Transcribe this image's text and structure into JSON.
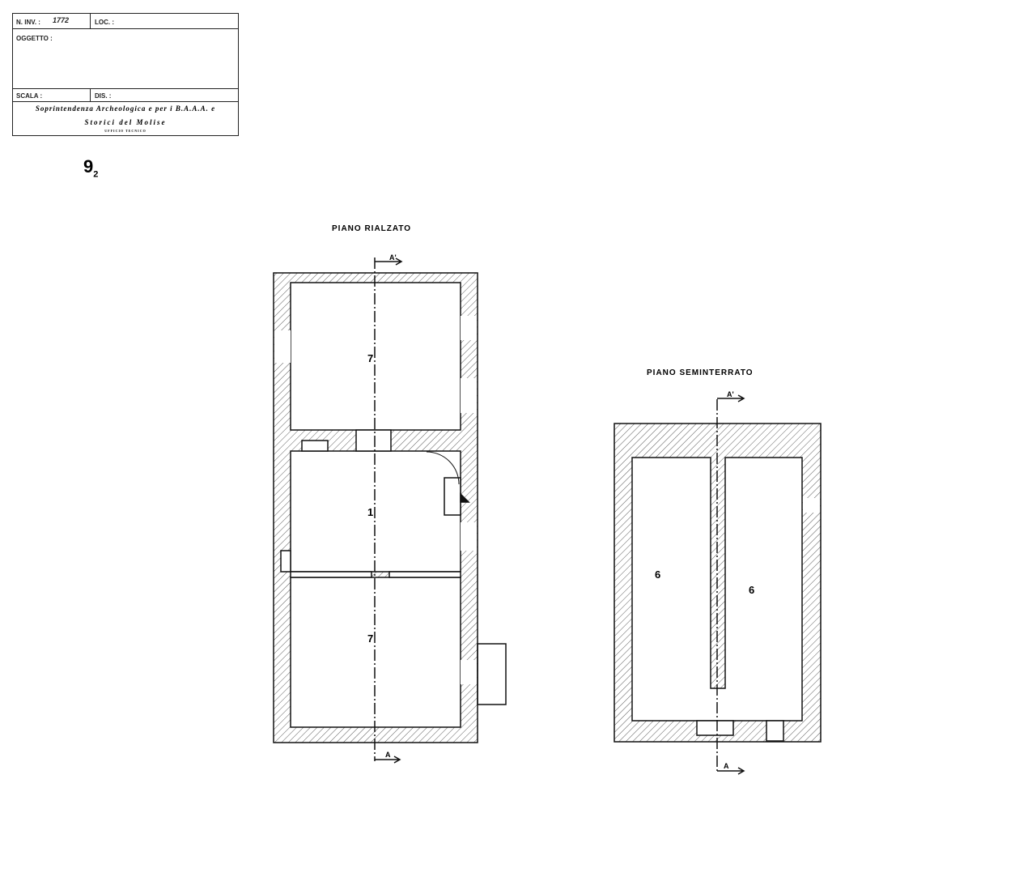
{
  "title_block": {
    "inv_label": "N. INV. :",
    "inv_value": "1772",
    "loc_label": "LOC. :",
    "oggetto_label": "OGGETTO :",
    "scala_label": "SCALA :",
    "dis_label": "DIS. :",
    "institution_line1": "Soprintendenza Archeologica e per i B.A.A.A. e",
    "institution_line2": "Storici del Molise",
    "office": "UFFICIO TECNICO"
  },
  "sheet_number": {
    "main": "9",
    "sub": "2"
  },
  "plans": [
    {
      "title": "PIANO RIALZATO",
      "rooms": [
        "7",
        "1",
        "7"
      ],
      "section_top": "A'",
      "section_bottom": "A"
    },
    {
      "title": "PIANO SEMINTERRATO",
      "rooms": [
        "6",
        "6"
      ],
      "section_top": "A'",
      "section_bottom": "A"
    }
  ]
}
